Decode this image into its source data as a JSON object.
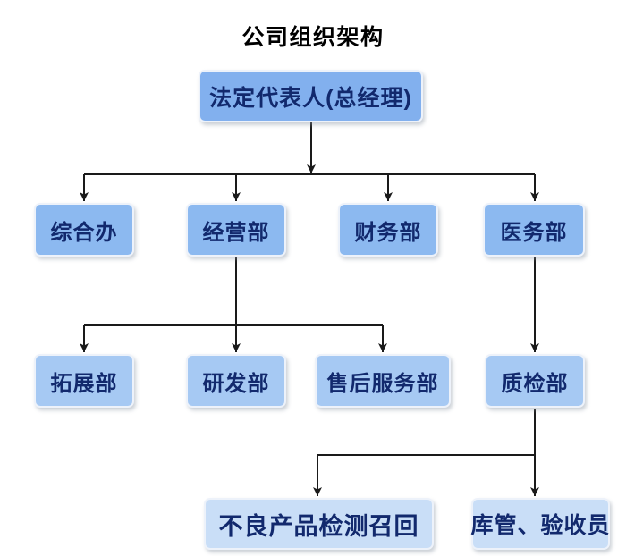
{
  "title": "公司组织架构",
  "colors": {
    "level1_fill": "#82b0ee",
    "level2_fill": "#8cb9f0",
    "level3_fill": "#a6c9f3",
    "level4_fill": "#c9def7",
    "box_border": "#edf2fa",
    "box_text": "#12296d",
    "connector": "#1a1a1a"
  },
  "nodes": {
    "root": {
      "label": "法定代表人(总经理)"
    },
    "general_office": {
      "label": "综合办"
    },
    "business": {
      "label": "经营部"
    },
    "finance": {
      "label": "财务部"
    },
    "medical": {
      "label": "医务部"
    },
    "expansion": {
      "label": "拓展部"
    },
    "rnd": {
      "label": "研发部"
    },
    "after_sales": {
      "label": "售后服务部"
    },
    "quality": {
      "label": "质检部"
    },
    "recall": {
      "label": "不良产品检测召回"
    },
    "warehouse": {
      "label": "库管、验收员"
    }
  },
  "edges": [
    {
      "from": "root",
      "to": "general_office"
    },
    {
      "from": "root",
      "to": "business"
    },
    {
      "from": "root",
      "to": "finance"
    },
    {
      "from": "root",
      "to": "medical"
    },
    {
      "from": "business",
      "to": "expansion"
    },
    {
      "from": "business",
      "to": "rnd"
    },
    {
      "from": "business",
      "to": "after_sales"
    },
    {
      "from": "medical",
      "to": "quality"
    },
    {
      "from": "quality",
      "to": "recall"
    },
    {
      "from": "quality",
      "to": "warehouse"
    }
  ]
}
